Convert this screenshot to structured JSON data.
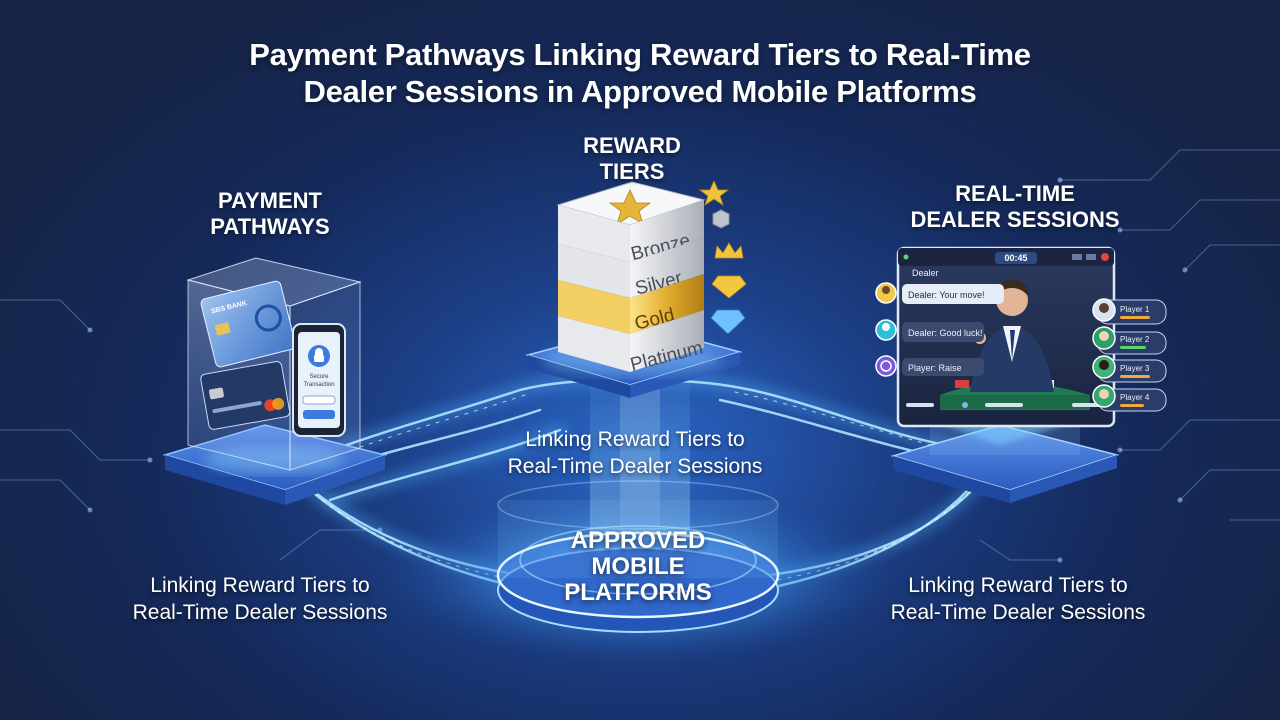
{
  "title": {
    "line1": "Payment Pathways Linking Reward Tiers to Real-Time",
    "line2": "Dealer Sessions in Approved Mobile Platforms"
  },
  "payment": {
    "heading_line1": "PAYMENT",
    "heading_line2": "PATHWAYS",
    "card_brand": "SBS BANK",
    "phone_caption_line1": "Secure",
    "phone_caption_line2": "Transaction"
  },
  "rewards": {
    "heading_line1": "REWARD",
    "heading_line2": "TIERS",
    "tiers": [
      "Bronze",
      "Silver",
      "Gold",
      "Platinum"
    ],
    "colors": {
      "bronze": "#c4c7cc",
      "silver": "#d2d5da",
      "gold": "#e0b23a",
      "platinum": "#dcdfe4"
    }
  },
  "dealer": {
    "heading_line1": "REAL-TIME",
    "heading_line2": "DEALER SESSIONS",
    "timer": "00:45",
    "chat_header": "Dealer",
    "chat_messages": [
      "Dealer: Your move!",
      "Dealer: Good luck!",
      "Player: Raise"
    ],
    "players": [
      "Player 1",
      "Player 2",
      "Player 3",
      "Player 4"
    ]
  },
  "hub": {
    "line1": "APPROVED",
    "line2": "MOBILE",
    "line3": "PLATFORMS"
  },
  "captions": {
    "center_line1": "Linking Reward Tiers to",
    "center_line2": "Real-Time Dealer Sessions",
    "left_line1": "Linking Reward Tiers to",
    "left_line2": "Real-Time Dealer Sessions",
    "right_line1": "Linking Reward Tiers to",
    "right_line2": "Real-Time Dealer Sessions"
  },
  "accent_colors": {
    "glow": "#7fd3ff",
    "line": "#4fb0ff",
    "platform": "#2f62c9"
  }
}
